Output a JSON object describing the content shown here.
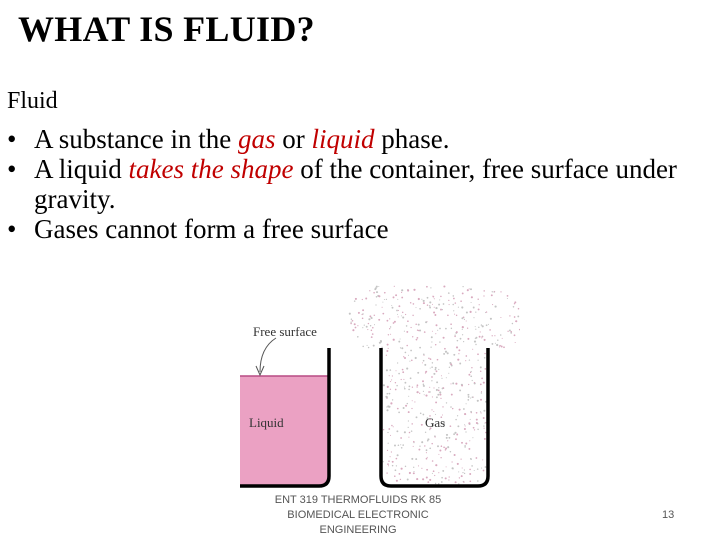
{
  "slide": {
    "title": "WHAT IS FLUID?",
    "subtitle": "Fluid",
    "bullets": [
      {
        "parts": [
          {
            "text": "A substance in the ",
            "emph": false
          },
          {
            "text": "gas",
            "emph": true
          },
          {
            "text": " or ",
            "emph": false
          },
          {
            "text": "liquid",
            "emph": true
          },
          {
            "text": " phase.",
            "emph": false
          }
        ]
      },
      {
        "parts": [
          {
            "text": "A liquid ",
            "emph": false
          },
          {
            "text": "takes the shape",
            "emph": true
          },
          {
            "text": " of the container, free surface under gravity.",
            "emph": false
          }
        ]
      },
      {
        "parts": [
          {
            "text": "Gases cannot form a free surface",
            "emph": false
          }
        ]
      }
    ]
  },
  "figure": {
    "free_surface_label": "Free surface",
    "liquid_label": "Liquid",
    "gas_label": "Gas",
    "liquid_color": "#eba1c3",
    "liquid_surface_color": "#b84c84",
    "container_color": "#000000"
  },
  "footer": {
    "line1": "ENT 319 THERMOFLUIDS RK 85",
    "line2": "BIOMEDICAL ELECTRONIC",
    "line3": "ENGINEERING",
    "page": "13"
  }
}
